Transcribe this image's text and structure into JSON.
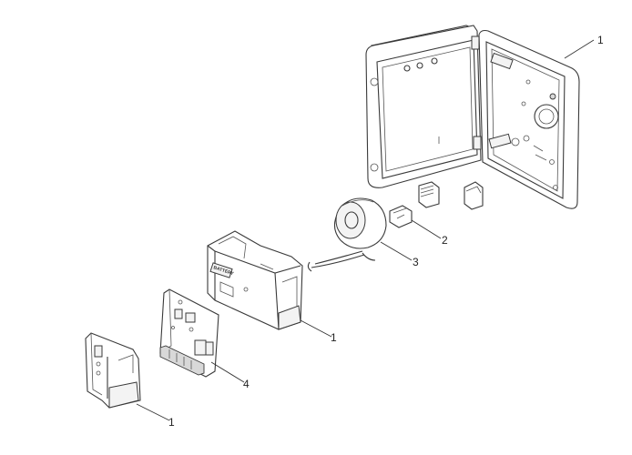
{
  "callouts": {
    "enclosure": "1",
    "connector": "2",
    "transformer": "3",
    "battery_holder": "1",
    "control_board": "4",
    "front_module": "1"
  },
  "labels": {
    "battery_text": "BATTERY"
  }
}
